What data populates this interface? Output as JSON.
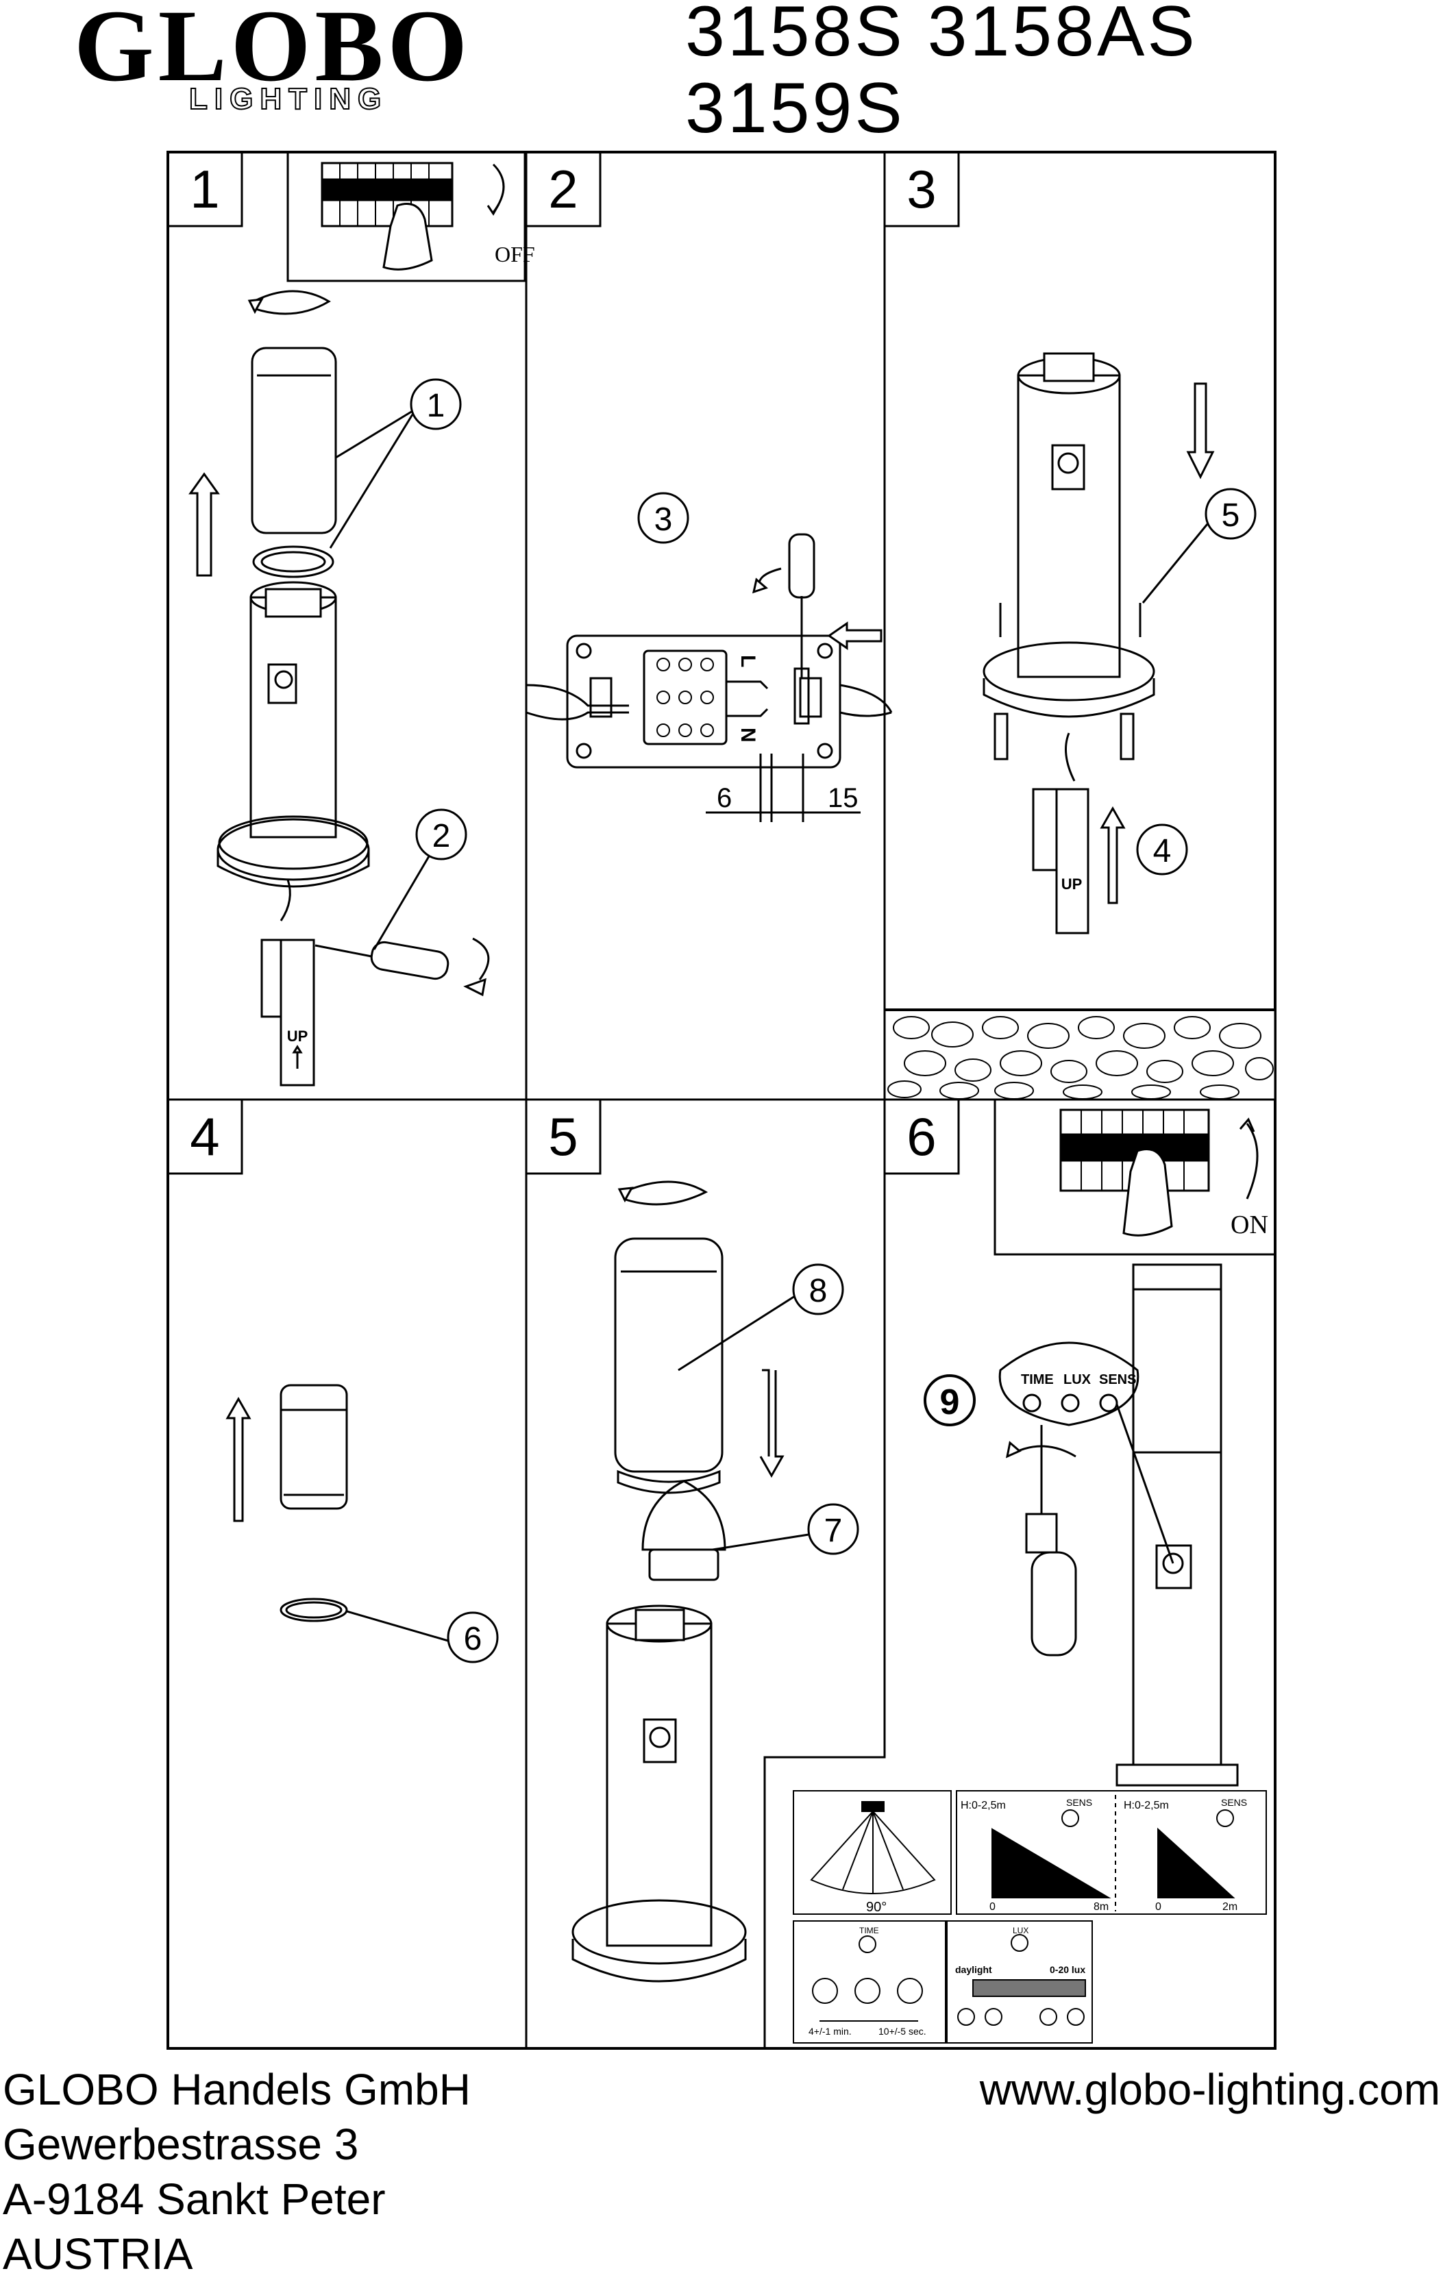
{
  "brand": {
    "name": "GLOBO",
    "sub": "LIGHTING"
  },
  "models": [
    "3158S 3158AS",
    "3159S"
  ],
  "steps": [
    "1",
    "2",
    "3",
    "4",
    "5",
    "6"
  ],
  "callouts": [
    "1",
    "2",
    "3",
    "4",
    "5",
    "6",
    "7",
    "8",
    "9"
  ],
  "switch": {
    "off": "OFF",
    "on": "ON"
  },
  "panel2": {
    "terminal_l": "L",
    "terminal_n": "N",
    "dim_6": "6",
    "dim_15": "15"
  },
  "mount_label": "UP",
  "sensor": {
    "time": "TIME",
    "lux": "LUX",
    "sens": "SENS"
  },
  "diagrams": {
    "angle": "90°",
    "height_a": "H:0-2,5m",
    "height_b": "H:0-2,5m",
    "sens_a": "SENS",
    "sens_b": "SENS",
    "zero_a": "0",
    "range_a": "8m",
    "zero_b": "0",
    "range_b": "2m",
    "time_label": "TIME",
    "time_min": "4+/-1 min.",
    "time_max": "10+/-5 sec.",
    "lux_label": "LUX",
    "daylight": "daylight",
    "lux_range": "0-20 lux"
  },
  "footer": {
    "company": "GLOBO Handels GmbH",
    "street": "Gewerbestrasse 3",
    "city": "A-9184 Sankt Peter",
    "country": "AUSTRIA",
    "website": "www.globo-lighting.com"
  }
}
